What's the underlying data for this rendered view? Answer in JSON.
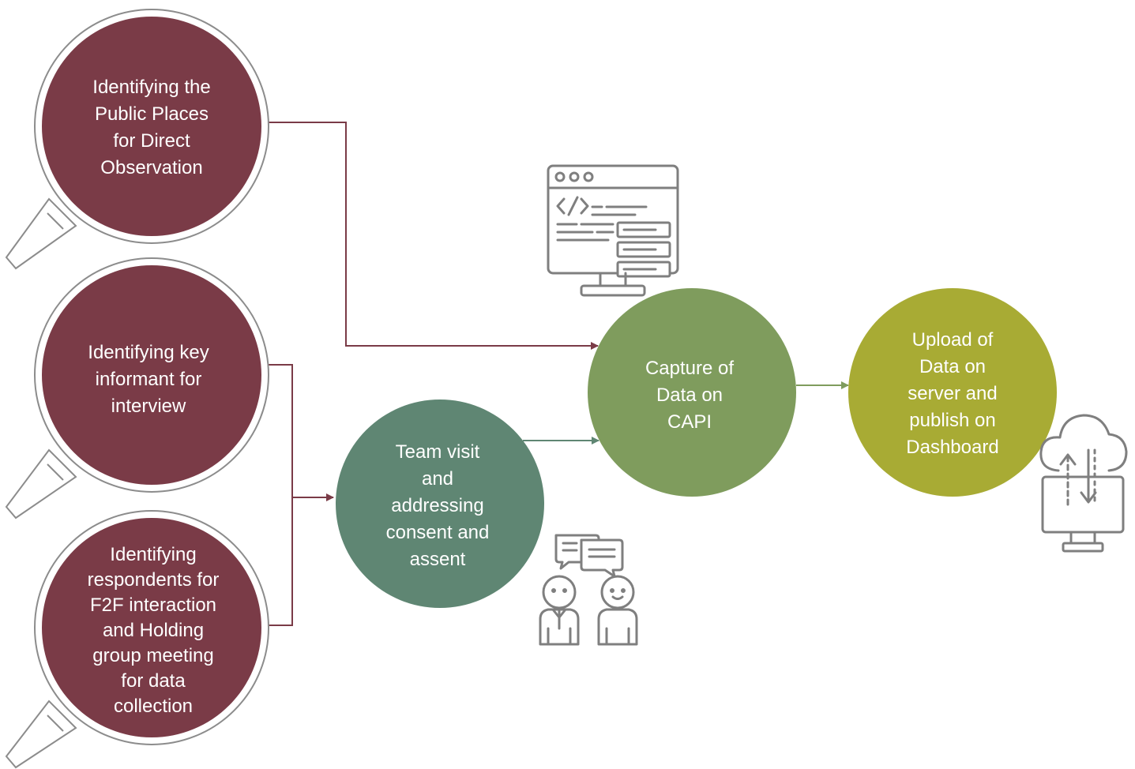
{
  "diagram": {
    "nodes": {
      "places": "Identifying the\nPublic Places\nfor Direct\nObservation",
      "informant": "Identifying key\ninformant for\ninterview",
      "respondents": "Identifying\nrespondents for\nF2F interaction\nand Holding\ngroup meeting\nfor data\ncollection",
      "team": "Team visit\nand\naddressing\nconsent and\nassent",
      "capture": "Capture of\nData on\nCAPI",
      "upload": "Upload of\nData on\nserver and\npublish on\nDashboard"
    },
    "icons": [
      "magnifier-icon",
      "code-monitor-icon",
      "conversation-icon",
      "cloud-transfer-icon"
    ],
    "colors": {
      "maroon": "#7a3b47",
      "teal": "#5f8673",
      "green": "#7f9c5d",
      "olive": "#a8ab34",
      "outline": "#8c8c8c",
      "icon": "#7f7f7f"
    },
    "edges": [
      {
        "from": "places",
        "to": "capture"
      },
      {
        "from": "informant",
        "to": "team"
      },
      {
        "from": "respondents",
        "to": "team"
      },
      {
        "from": "team",
        "to": "capture"
      },
      {
        "from": "capture",
        "to": "upload"
      }
    ]
  }
}
